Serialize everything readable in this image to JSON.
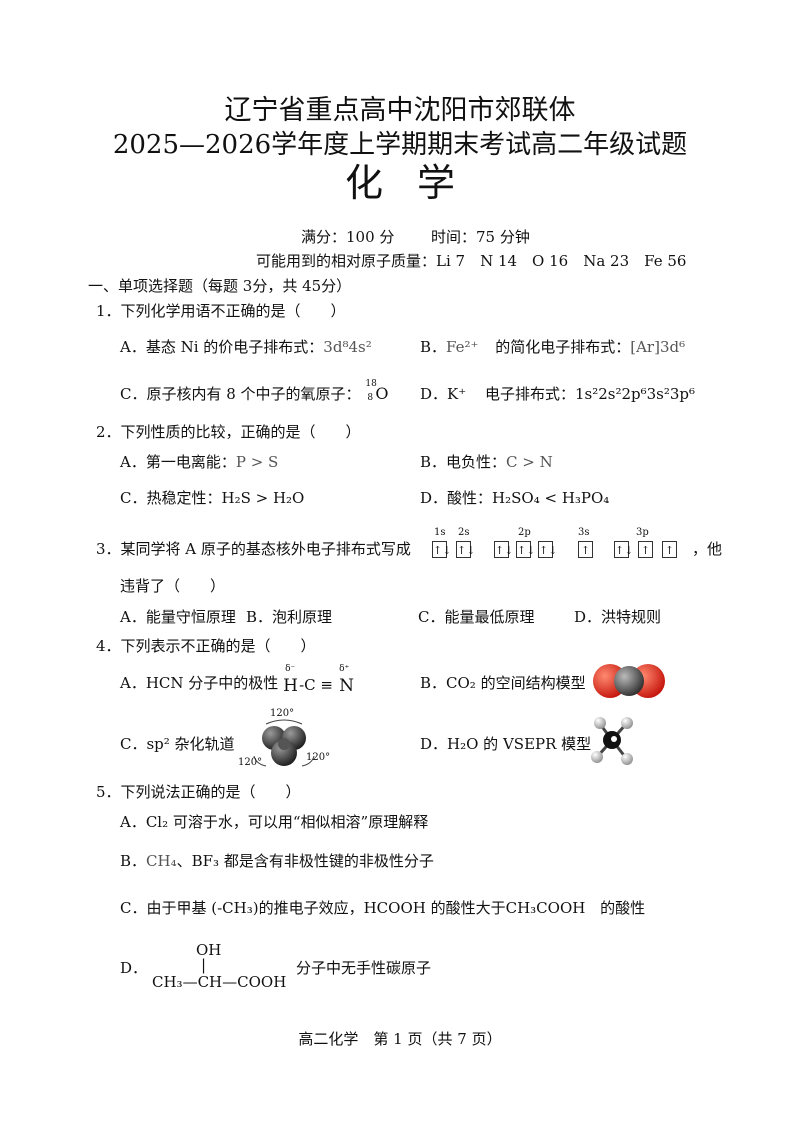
{
  "header": {
    "title1": "辽宁省重点高中沈阳市郊联体",
    "title2": "2025—2026学年度上学期期末考试高二年级试题",
    "subject": "化学"
  },
  "meta": {
    "score": "满分：100 分",
    "time": "时间：75 分钟",
    "atomic_mass": "可能用到的相对原子质量：Li 7　N 14　O 16　Na 23　Fe 56"
  },
  "section1": "一、单项选择题（每题 3分，共 45分）",
  "q1": {
    "stem": "1．下列化学用语不正确的是（　　）",
    "a_text": "A．基态 Ni 的价电子排布式：",
    "a_formula": "3d⁸4s²",
    "b_prefix": "B．",
    "b_ion": "Fe²⁺",
    "b_text": "的简化电子排布式：",
    "b_formula": "[Ar]3d⁶",
    "c_text": "C．原子核内有 8 个中子的氧原子：",
    "c_mass": "18",
    "c_num": "8",
    "c_sym": "O",
    "d_prefix": "D．",
    "d_ion": "K⁺",
    "d_text": "电子排布式：",
    "d_formula": "1s²2s²2p⁶3s²3p⁶"
  },
  "q2": {
    "stem": "2．下列性质的比较，正确的是（　　）",
    "a_text": "A．第一电离能：",
    "a_formula": "P > S",
    "b_text": "B．电负性：",
    "b_formula": "C > N",
    "c_text": "C．热稳定性：",
    "c_formula": "H₂S > H₂O",
    "d_text": "D．酸性：",
    "d_formula": "H₂SO₄ < H₃PO₄"
  },
  "q3": {
    "stem": "3．某同学将 A 原子的基态核外电子排布式写成",
    "tail": "，他",
    "stem2": "违背了（　　）",
    "labels": [
      "1s",
      "2s",
      "2p",
      "3s",
      "3p"
    ],
    "boxes": [
      "↑↓",
      "↑↓",
      "↑↓",
      "↑↓",
      "↑↓",
      "↑",
      "↑↓",
      "↑",
      "↑"
    ],
    "a": "A．能量守恒原理",
    "b": "B．泡利原理",
    "c": "C．能量最低原理",
    "d": "D．洪特规则"
  },
  "q4": {
    "stem": "4．下列表示不正确的是（　　）",
    "a_text": "A．HCN 分子中的极性",
    "a_h": "H",
    "a_mid": "-C ≡",
    "a_n": "N",
    "a_dminus": "δ⁻",
    "a_dplus": "δ⁺",
    "b_text": "B．CO₂ 的空间结构模型",
    "c_text": "C．sp² 杂化轨道",
    "c_angle1": "120°",
    "c_angle2": "120°",
    "c_angle3": "120°",
    "d_text": "D．H₂O 的  VSEPR 模型"
  },
  "q5": {
    "stem": "5．下列说法正确的是（　　）",
    "a": "A．Cl₂ 可溶于水，可以用“相似相溶”原理解释",
    "b_prefix": "B．",
    "b_formula": "CH₄",
    "b_text": "、BF₃ 都是含有非极性键的非极性分子",
    "c_text": "C．由于甲基  (-CH₃)的推电子效应，HCOOH 的酸性大于",
    "c_formula": "CH₃COOH",
    "c_tail": "的酸性",
    "d_prefix": "D．",
    "d_oh": "OH",
    "d_bar": "|",
    "d_chain": "CH₃—CH—COOH",
    "d_text": "分子中无手性碳原子"
  },
  "footer": "高二化学　第  1 页（共  7 页）"
}
